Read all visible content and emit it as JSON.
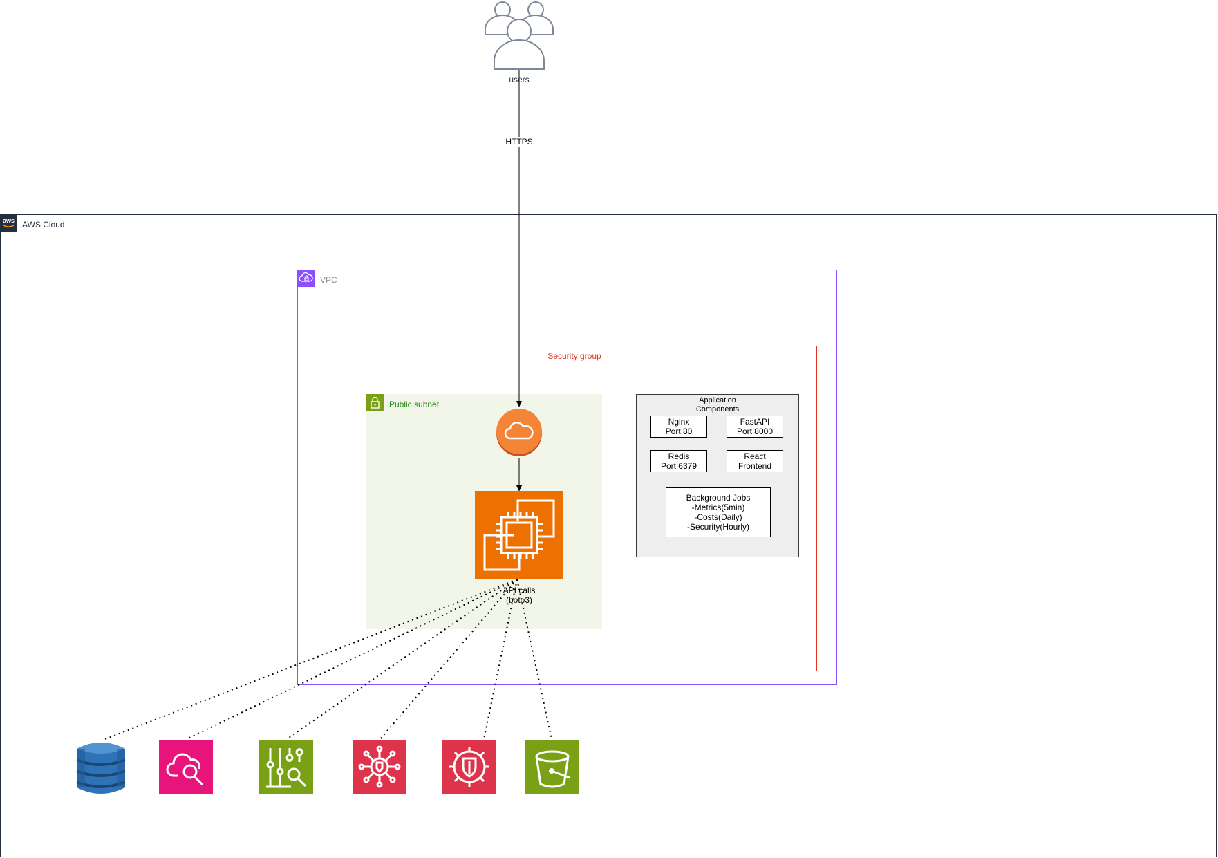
{
  "users": {
    "label": "users"
  },
  "connection": {
    "label": "HTTPS"
  },
  "aws_cloud": {
    "label": "AWS Cloud"
  },
  "vpc": {
    "label": "VPC"
  },
  "security_group": {
    "label": "Security group"
  },
  "public_subnet": {
    "label": "Public subnet"
  },
  "ec2": {
    "api_calls_line1": "API calls",
    "api_calls_line2": "(boto3)"
  },
  "app_components": {
    "title_line1": "Application",
    "title_line2": "Components",
    "nginx": {
      "line1": "Nginx",
      "line2": "Port 80"
    },
    "fastapi": {
      "line1": "FastAPI",
      "line2": "Port 8000"
    },
    "redis": {
      "line1": "Redis",
      "line2": "Port 6379"
    },
    "react": {
      "line1": "React",
      "line2": "Frontend"
    },
    "jobs": {
      "line1": "Background Jobs",
      "line2": "-Metrics(5min)",
      "line3": "-Costs(Daily)",
      "line4": "-Security(Hourly)"
    }
  },
  "services": [
    {
      "icon": "dynamodb-icon",
      "color": "#2E73B8"
    },
    {
      "icon": "cloudwatch-icon",
      "color": "#E7157B"
    },
    {
      "icon": "cost-explorer-icon",
      "color": "#7AA116"
    },
    {
      "icon": "guardduty-icon",
      "color": "#DD344C"
    },
    {
      "icon": "security-hub-icon",
      "color": "#DD344C"
    },
    {
      "icon": "s3-bucket-icon",
      "color": "#7AA116"
    }
  ],
  "colors": {
    "vpc_border": "#8C4FFF",
    "security_group_border": "#DD3522",
    "subnet_fill": "#F2F6E8",
    "subnet_text": "#248814",
    "ec2_orange": "#ED7100",
    "igw_orange": "#F58536"
  }
}
